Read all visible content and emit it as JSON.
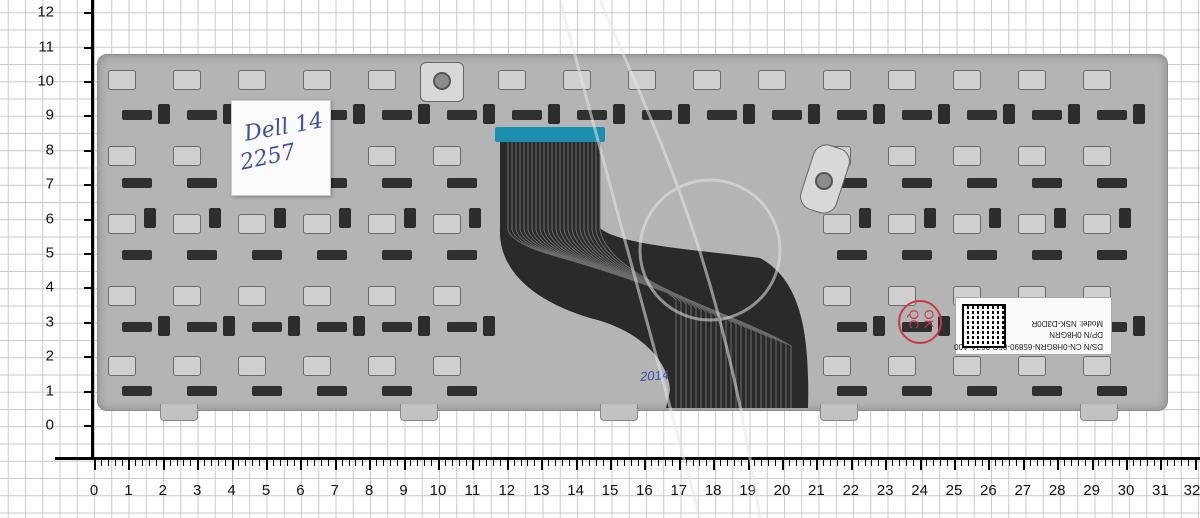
{
  "axes": {
    "y_ticks": [
      "0",
      "1",
      "2",
      "3",
      "4",
      "5",
      "6",
      "7",
      "8",
      "9",
      "10",
      "11",
      "12"
    ],
    "x_ticks": [
      "0",
      "1",
      "2",
      "3",
      "4",
      "5",
      "6",
      "7",
      "8",
      "9",
      "10",
      "11",
      "12",
      "13",
      "14",
      "15",
      "16",
      "17",
      "18",
      "19",
      "20",
      "21",
      "22",
      "23",
      "24",
      "25",
      "26",
      "27",
      "28",
      "29",
      "30",
      "31",
      "32"
    ],
    "grid_color": "#c9c9c9",
    "axis_color": "#000000"
  },
  "keyboard": {
    "plate_color": "#b4b4b4",
    "cable_color": "#2a2a2a",
    "connector_color": "#1b8fb0"
  },
  "sticky_note": {
    "line1": "Dell 14",
    "line2": "2257",
    "ink_color": "#3b4fa8"
  },
  "product_label": {
    "dsn": "DS/N CN-0H8GRN-65890-06C-06ZA-A00",
    "dpn": "DP/N 0H8GRN",
    "model": "Model: NSK-D3D0R"
  },
  "stamp": {
    "text": "OK QC",
    "color": "#c83a4a"
  },
  "pen_mark": "2014"
}
